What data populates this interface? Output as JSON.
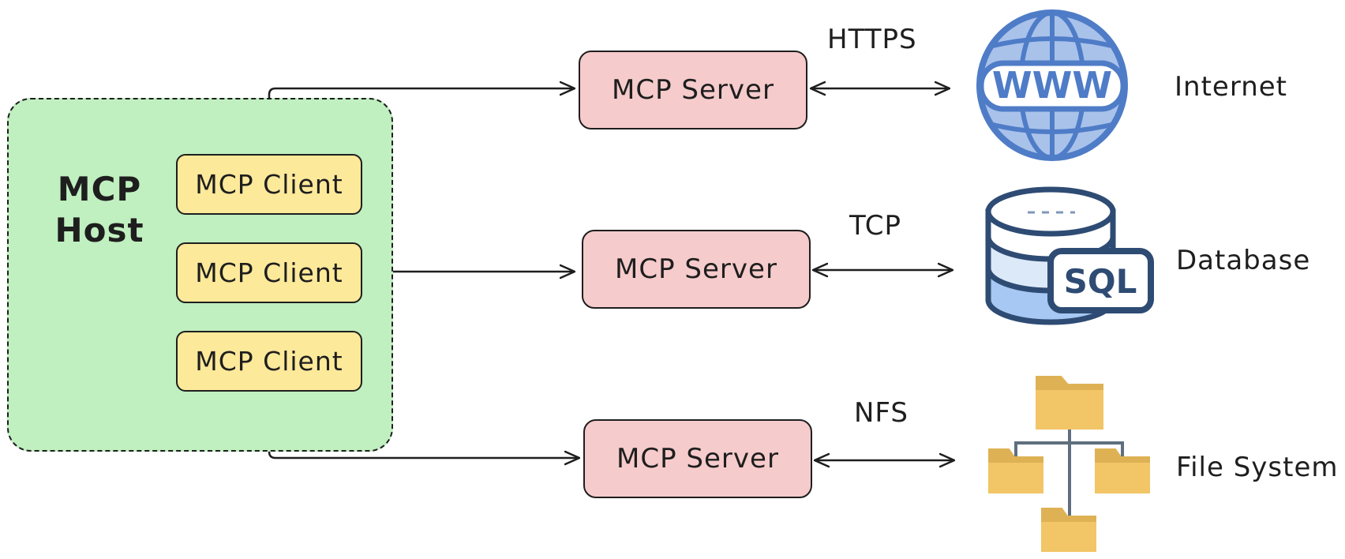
{
  "host": {
    "label_line1": "MCP",
    "label_line2": "Host"
  },
  "clients": [
    {
      "label": "MCP Client"
    },
    {
      "label": "MCP Client"
    },
    {
      "label": "MCP Client"
    }
  ],
  "servers": [
    {
      "label": "MCP Server",
      "protocol": "HTTPS",
      "resource": "Internet",
      "icon": "globe-www-icon"
    },
    {
      "label": "MCP Server",
      "protocol": "TCP",
      "resource": "Database",
      "icon": "sql-database-icon"
    },
    {
      "label": "MCP Server",
      "protocol": "NFS",
      "resource": "File System",
      "icon": "folder-tree-icon"
    }
  ],
  "icons": {
    "www_text": "WWW",
    "sql_text": "SQL"
  },
  "colors": {
    "host_fill": "#c0efc0",
    "client_fill": "#fde99a",
    "server_fill": "#f6cbcb",
    "stroke": "#1e1e1e",
    "globe_blue": "#4f7cc7",
    "db_navy": "#2e4b73",
    "folder_yellow": "#f2c566"
  }
}
